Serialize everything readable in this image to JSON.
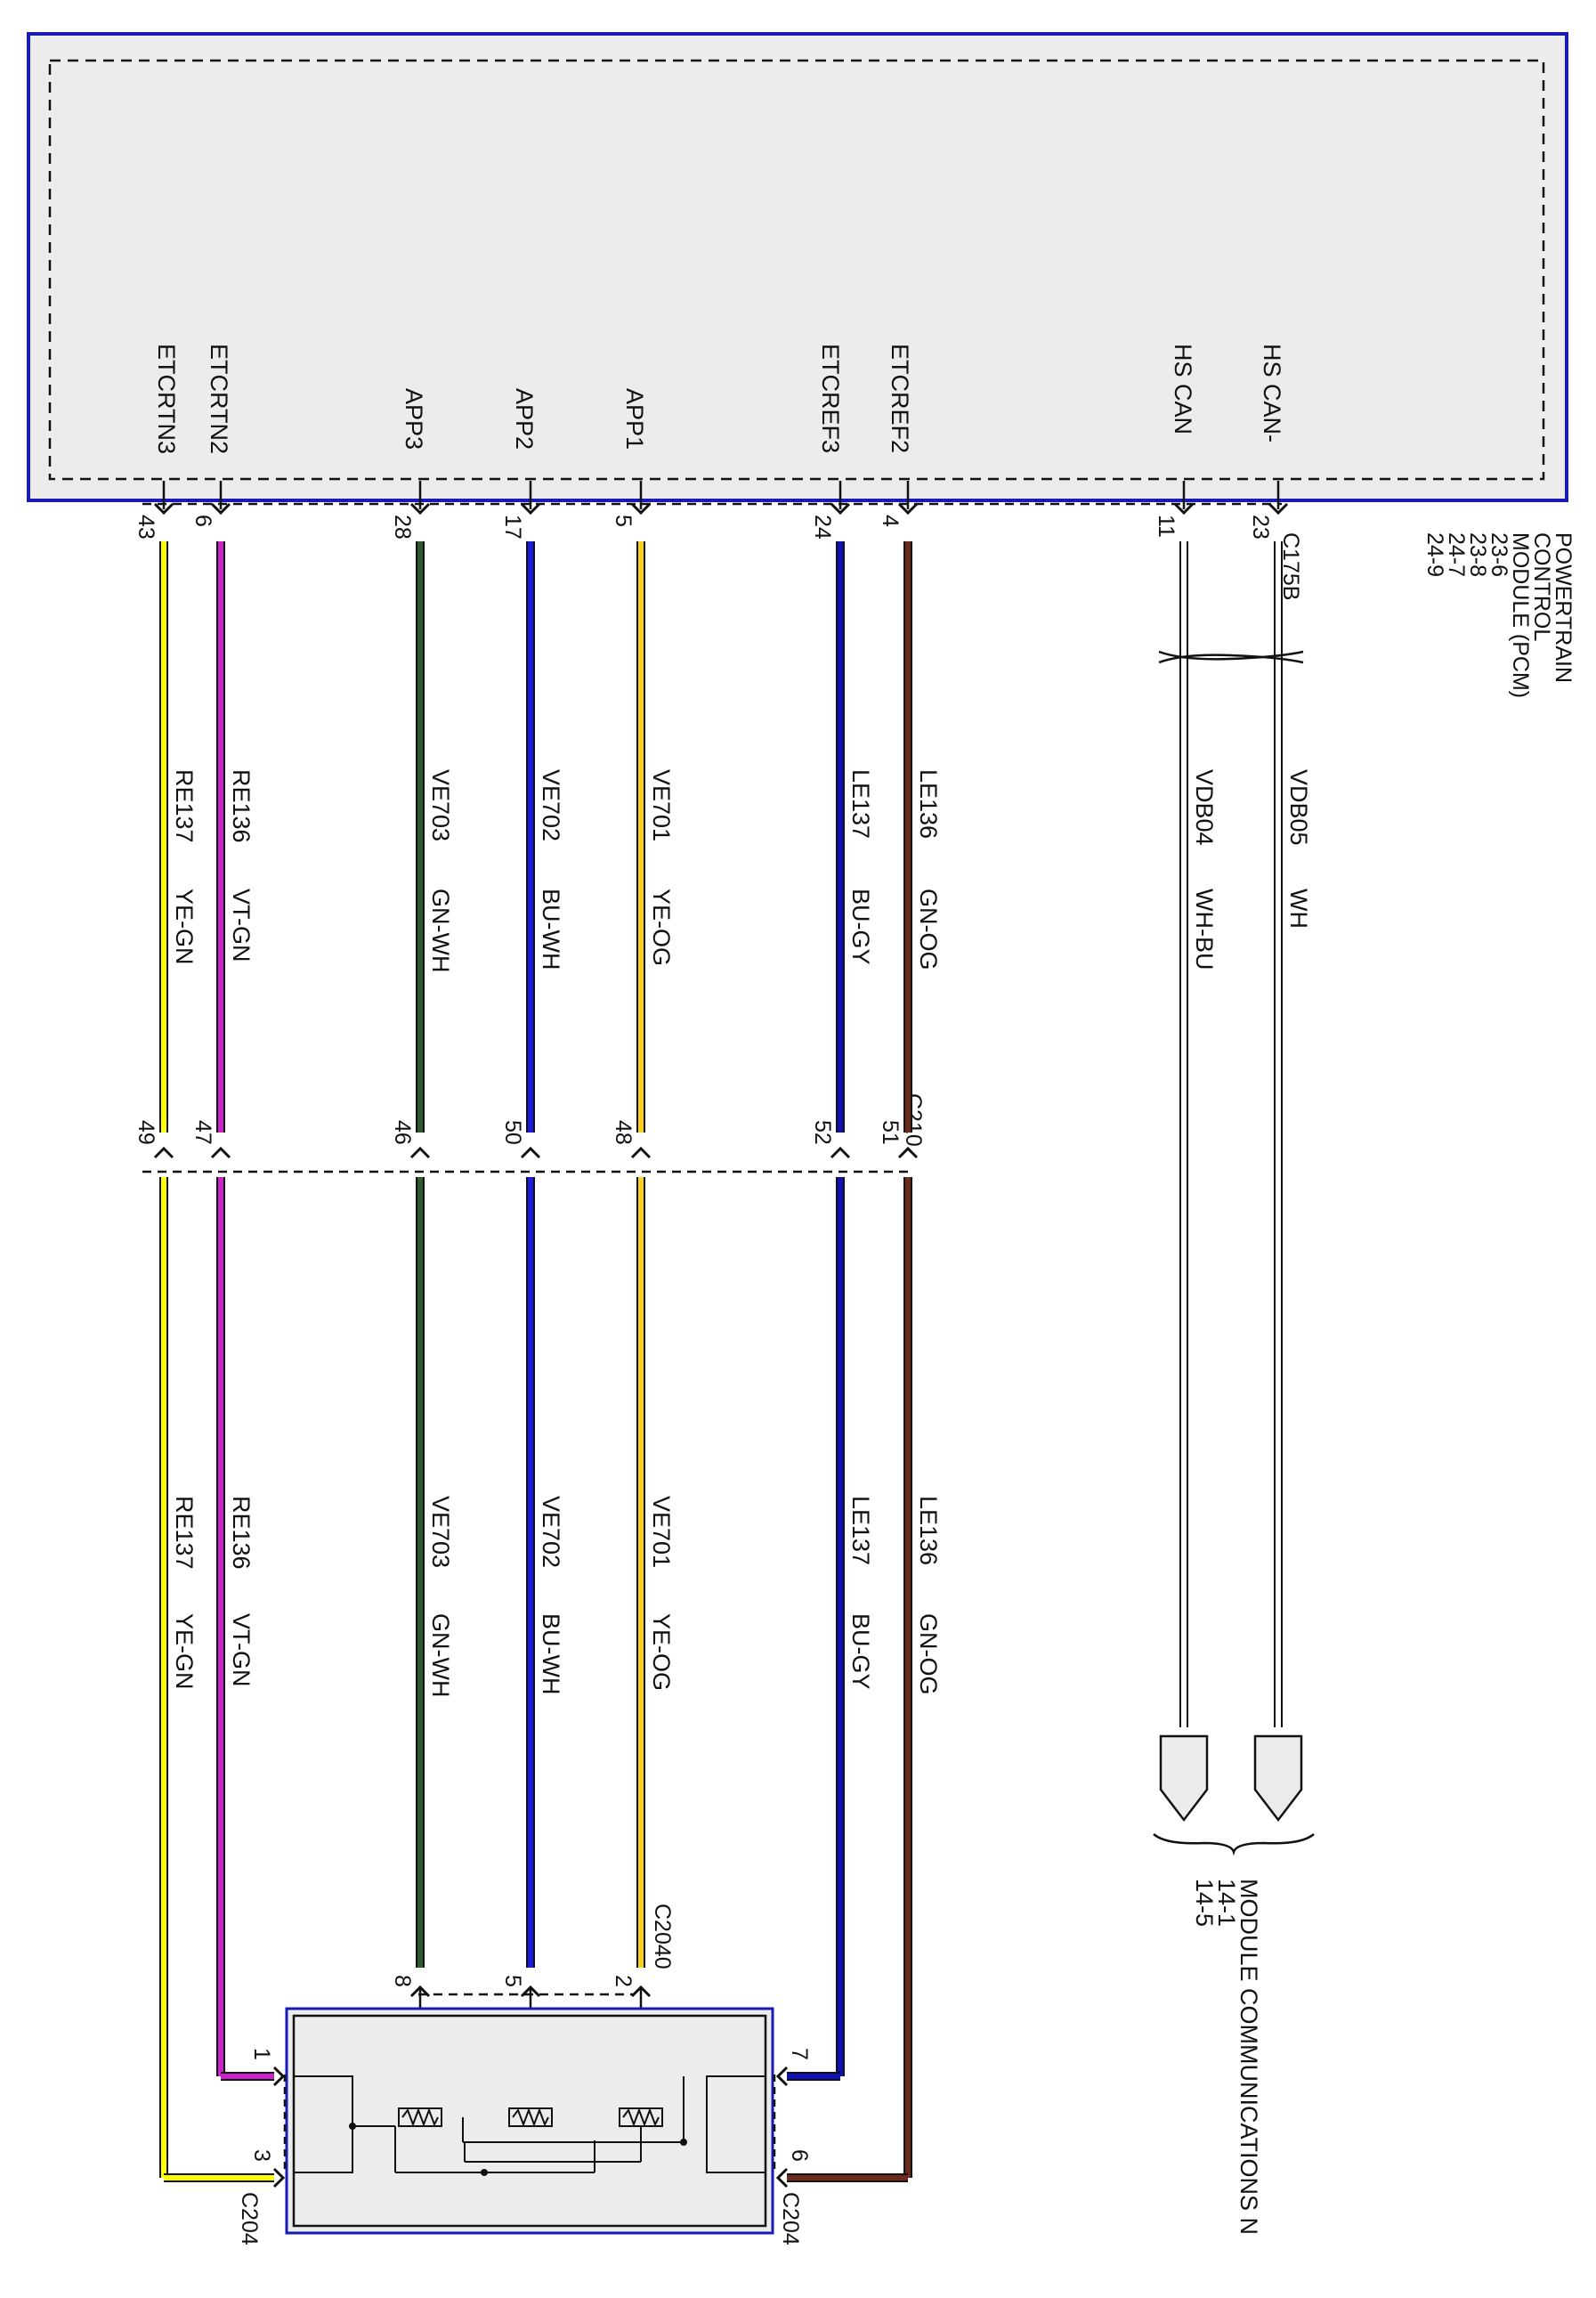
{
  "pcm": {
    "connector": "C175B",
    "title_lines": [
      "POWERTRAIN",
      "CONTROL",
      "MODULE (PCM)",
      "23-6",
      "23-8",
      "24-7",
      "24-9"
    ],
    "signals": [
      "ETCRTN3",
      "ETCRTN2",
      "APP3",
      "APP2",
      "APP1",
      "ETCREF3",
      "ETCREF2",
      "HS CAN",
      "HS CAN-"
    ]
  },
  "c210": {
    "label": "C210"
  },
  "c2040": {
    "label": "C2040"
  },
  "c204": {
    "label_left": "C204",
    "label_right": "C204"
  },
  "module_comm": {
    "lines": [
      "MODULE COMMUNICATIONS N",
      "14-1",
      "14-5"
    ]
  },
  "wires": [
    {
      "signal": "ETCRTN3",
      "pcm_pin": "43",
      "c210_pin": "49",
      "end_pin": "3",
      "circuit": "RE137",
      "color": "YE-GN",
      "hex": "#ffff00"
    },
    {
      "signal": "ETCRTN2",
      "pcm_pin": "6",
      "c210_pin": "47",
      "end_pin": "1",
      "circuit": "RE136",
      "color": "VT-GN",
      "hex": "#cc22cc"
    },
    {
      "signal": "APP3",
      "pcm_pin": "28",
      "c210_pin": "46",
      "end_pin": "8",
      "circuit": "VE703",
      "color": "GN-WH",
      "hex": "#2f5a2f"
    },
    {
      "signal": "APP2",
      "pcm_pin": "17",
      "c210_pin": "50",
      "end_pin": "5",
      "circuit": "VE702",
      "color": "BU-WH",
      "hex": "#1c1ce0"
    },
    {
      "signal": "APP1",
      "pcm_pin": "5",
      "c210_pin": "48",
      "end_pin": "2",
      "circuit": "VE701",
      "color": "YE-OG",
      "hex": "#ffd21a"
    },
    {
      "signal": "ETCREF3",
      "pcm_pin": "24",
      "c210_pin": "52",
      "end_pin": "7",
      "circuit": "LE137",
      "color": "BU-GY",
      "hex": "#1010b8"
    },
    {
      "signal": "ETCREF2",
      "pcm_pin": "4",
      "c210_pin": "51",
      "end_pin": "6",
      "circuit": "LE136",
      "color": "GN-OG",
      "hex": "#6b2a1a"
    }
  ],
  "can_wires": [
    {
      "signal": "HS CAN",
      "pcm_pin": "11",
      "circuit": "VDB04",
      "color": "WH-BU"
    },
    {
      "signal": "HS CAN-",
      "pcm_pin": "23",
      "circuit": "VDB05",
      "color": "WH"
    }
  ],
  "colors": {
    "module_border": "#1a1ab8",
    "module_fill": "#ececec",
    "ink": "#111111"
  }
}
